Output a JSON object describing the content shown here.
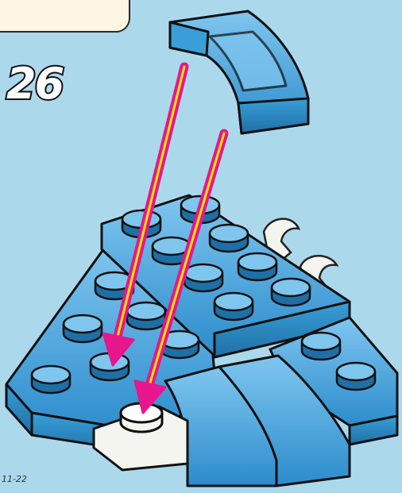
{
  "page": {
    "step_number": "26",
    "figure_code": "11-22"
  },
  "colors": {
    "background": "#acd8ec",
    "brick_blue": "#3a9fd8",
    "brick_blue_light": "#7fc6ef",
    "brick_blue_dark": "#1e6fa6",
    "brick_white": "#f5f5f0",
    "arrow_pink": "#e8168c",
    "arrow_yellow": "#ffe600"
  },
  "illustration": {
    "parts": [
      "trans-blue-curved-slope",
      "trans-blue-wedge-plate",
      "white-round-plate",
      "white-clip"
    ],
    "arrows": [
      "placement-arrow-left",
      "placement-arrow-right"
    ]
  }
}
